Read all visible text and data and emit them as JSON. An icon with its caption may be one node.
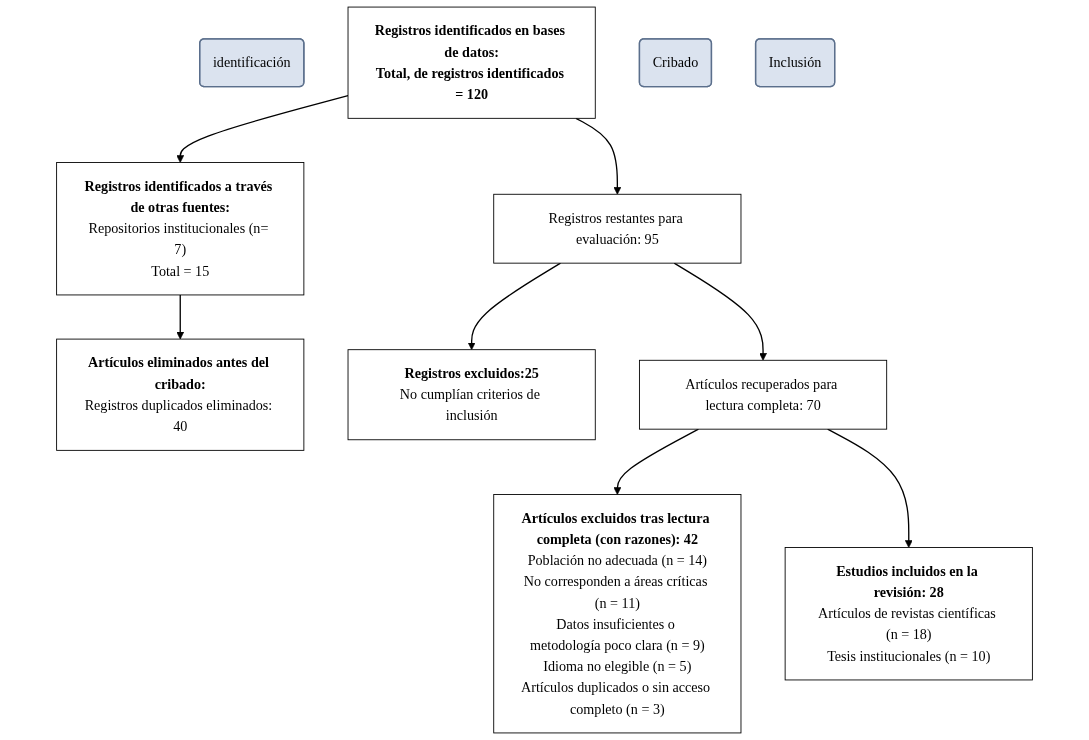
{
  "diagram": {
    "nodes": [
      {
        "text": [
          "identificación"
        ]
      },
      {
        "text": [
          "Registros identificados en bases de datos:",
          "Total, de registros identificados = 120"
        ]
      },
      {
        "text": [
          "Registros identificados a través de otras fuentes:",
          "Repositorios institucionales (n= 7)",
          "Total = 15"
        ]
      },
      {
        "text": [
          "Artículos eliminados antes del cribado:",
          "Registros duplicados eliminados: 40"
        ]
      },
      {
        "text": [
          "Cribado"
        ]
      },
      {
        "text": [
          "Registros restantes para evaluación: 95"
        ]
      },
      {
        "text": [
          "Registros excluidos:25",
          "No cumplían criterios de inclusión"
        ]
      },
      {
        "text": [
          "Artículos recuperados para lectura completa: 70"
        ]
      },
      {
        "text": [
          "Artículos excluidos tras lectura completa (con razones): 42",
          "Población no adecuada (n = 14)",
          "No corresponden a áreas críticas (n = 11)",
          "Datos insuficientes o metodología poco clara (n = 9)",
          "Idioma no elegible (n = 5)",
          "Artículos duplicados o sin acceso completo (n = 3)"
        ]
      },
      {
        "text": [
          "Inclusión"
        ]
      },
      {
        "text": [
          "Estudios incluidos en la revisión: 28",
          "Artículos de revistas científicas (n = 18)",
          "Tesis institucionales (n = 10)"
        ]
      }
    ],
    "edges": [
      {
        "from": 1,
        "to": 2,
        "arrow": "to"
      },
      {
        "from": 2,
        "to": 3,
        "arrow": "to"
      },
      {
        "from": 1,
        "to": 5,
        "arrow": "to"
      },
      {
        "from": 5,
        "to": 6,
        "arrow": "to"
      },
      {
        "from": 5,
        "to": 7,
        "arrow": "to"
      },
      {
        "from": 7,
        "to": 8,
        "arrow": "to"
      },
      {
        "from": 7,
        "to": 10,
        "arrow": "to"
      }
    ]
  }
}
